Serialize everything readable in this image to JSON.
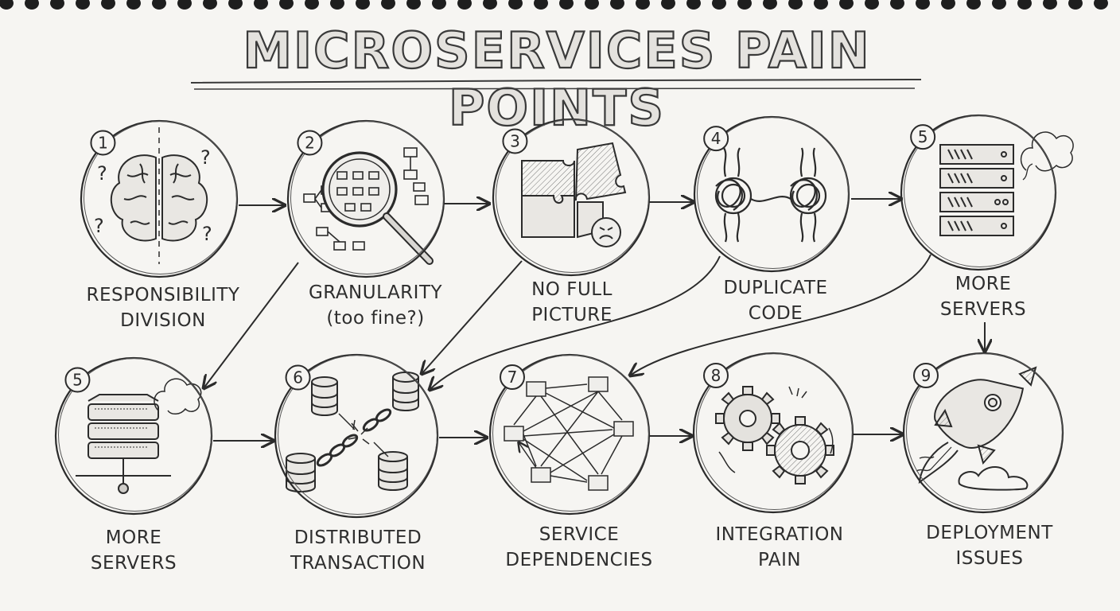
{
  "title": "MICROSERVICES PAIN POINTS",
  "steps": [
    {
      "badge": "1",
      "line1": "RESPONSIBILITY",
      "line2": "DIVISION",
      "icon": "brain-icon"
    },
    {
      "badge": "2",
      "line1": "GRANULARITY",
      "line2": "(too fine?)",
      "icon": "magnifier-icon"
    },
    {
      "badge": "3",
      "line1": "NO FULL",
      "line2": "PICTURE",
      "icon": "puzzle-icon"
    },
    {
      "badge": "4",
      "line1": "DUPLICATE",
      "line2": "CODE",
      "icon": "knots-icon"
    },
    {
      "badge": "5",
      "line1": "MORE",
      "line2": "SERVERS",
      "icon": "server-rack-icon"
    },
    {
      "badge": "5",
      "line1": "MORE",
      "line2": "SERVERS",
      "icon": "server-network-icon"
    },
    {
      "badge": "6",
      "line1": "DISTRIBUTED",
      "line2": "TRANSACTION",
      "icon": "database-chain-icon"
    },
    {
      "badge": "7",
      "line1": "SERVICE",
      "line2": "DEPENDENCIES",
      "icon": "dependency-graph-icon"
    },
    {
      "badge": "8",
      "line1": "INTEGRATION",
      "line2": "PAIN",
      "icon": "gears-icon"
    },
    {
      "badge": "9",
      "line1": "DEPLOYMENT",
      "line2": "ISSUES",
      "icon": "rocket-icon"
    }
  ],
  "colors": {
    "ink": "#2b2b2b",
    "paper": "#f6f5f2",
    "fill": "#e4e2de"
  }
}
